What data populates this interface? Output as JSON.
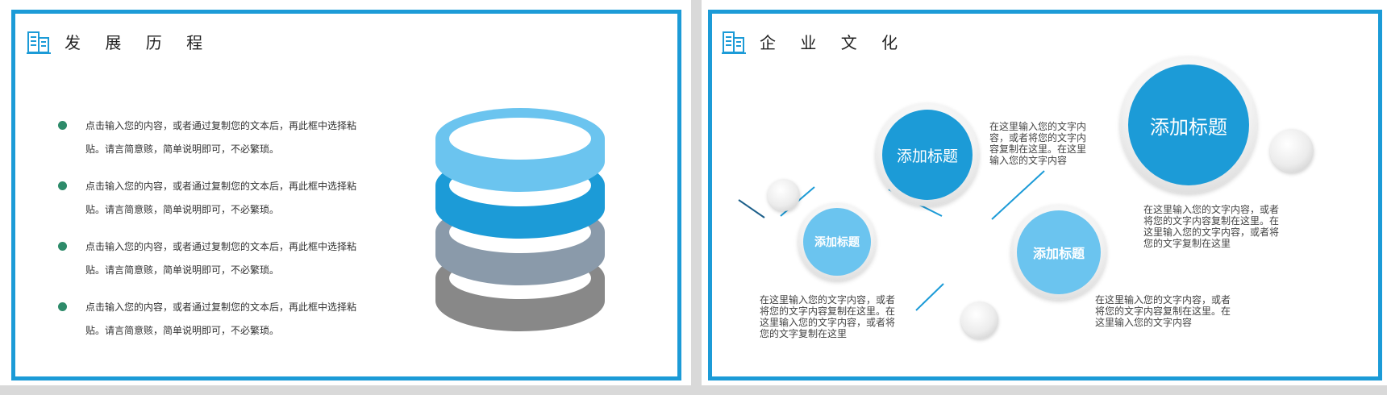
{
  "left_slide": {
    "title": "发 展 历 程",
    "title_icon": "building-icon",
    "bullets": [
      {
        "line1": "点击输入您的内容，或者通过复制您的文本后，再此框中选择粘",
        "line2": "贴。请言简意赅，简单说明即可，不必繁琐。"
      },
      {
        "line1": "点击输入您的内容，或者通过复制您的文本后，再此框中选择粘",
        "line2": "贴。请言简意赅，简单说明即可，不必繁琐。"
      },
      {
        "line1": "点击输入您的内容，或者通过复制您的文本后，再此框中选择粘",
        "line2": "贴。请言简意赅，简单说明即可，不必繁琐。"
      },
      {
        "line1": "点击输入您的内容，或者通过复制您的文本后，再此框中选择粘",
        "line2": "贴。请言简意赅，简单说明即可，不必繁琐。"
      }
    ],
    "ring_colors": [
      "#6bc4ef",
      "#1c9bd7",
      "#8a9aaa",
      "#888888"
    ]
  },
  "right_slide": {
    "title": "企 业 文 化",
    "title_icon": "building-icon",
    "circles": [
      {
        "label": "添加标题",
        "color": "#1c9bd7"
      },
      {
        "label": "添加标题",
        "color": "#6bc4ef"
      },
      {
        "label": "添加标题",
        "color": "#6bc4ef"
      },
      {
        "label": "添加标题",
        "color": "#1c9bd7"
      }
    ],
    "descriptions": [
      {
        "lines": [
          "在这里输入您的文字内",
          "容，或者将您的文字内",
          "容复制在这里。在这里",
          "输入您的文字内容"
        ]
      },
      {
        "lines": [
          "在这里输入您的文字内容，或者",
          "将您的文字内容复制在这里。在",
          "这里输入您的文字内容，或者将",
          "您的文字复制在这里"
        ]
      },
      {
        "lines": [
          "在这里输入您的文字内容，或者",
          "将您的文字内容复制在这里。在",
          "这里输入您的文字内容"
        ]
      },
      {
        "lines": [
          "在这里输入您的文字内容，或者",
          "将您的文字内容复制在这里。在",
          "这里输入您的文字内容，或者将",
          "您的文字复制在这里"
        ]
      }
    ],
    "accent_color": "#1c9bd7"
  }
}
